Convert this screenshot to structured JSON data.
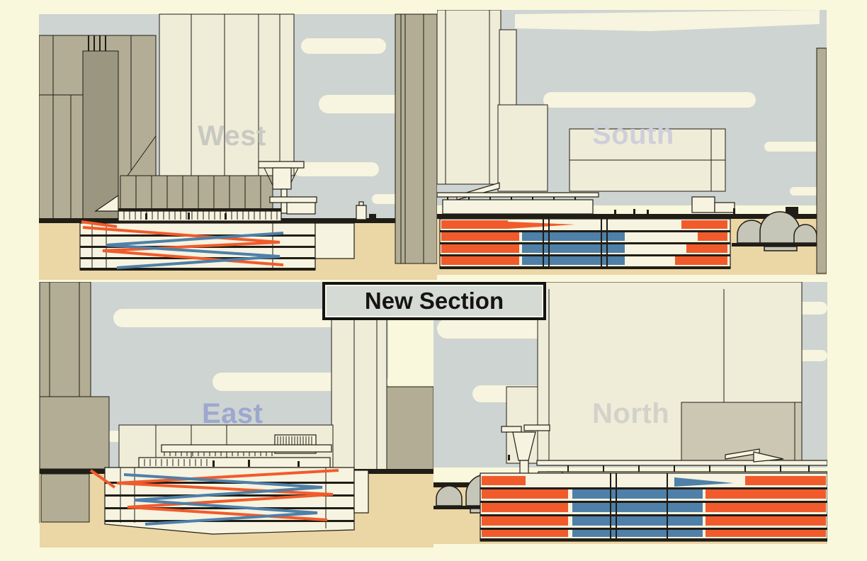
{
  "badge": {
    "label": "New Section"
  },
  "quadrants": {
    "west": {
      "label": "West",
      "label_color": "#C9C9C3"
    },
    "south": {
      "label": "South",
      "label_color": "#CFCFDB"
    },
    "east": {
      "label": "East",
      "label_color": "#9DA7CF"
    },
    "north": {
      "label": "North",
      "label_color": "#D3D2CA"
    }
  },
  "palette": {
    "page_cream": "#FAF8DC",
    "sky_gray": "#CDD4D1",
    "cloud_cream": "#F7F4DF",
    "building_khaki": "#B2AD94",
    "building_khaki_dark": "#9B9680",
    "panel_cream": "#EFECD8",
    "panel_bright": "#F6F3E0",
    "ground_tan": "#EBD6A5",
    "line_dark": "#201D16",
    "ramp_orange": "#F15B2B",
    "ramp_blue": "#4E80A9",
    "vault_gray": "#C6C6B8",
    "badge_bg": "#D6DAD4",
    "badge_border": "#141414",
    "badge_text": "#141414"
  }
}
